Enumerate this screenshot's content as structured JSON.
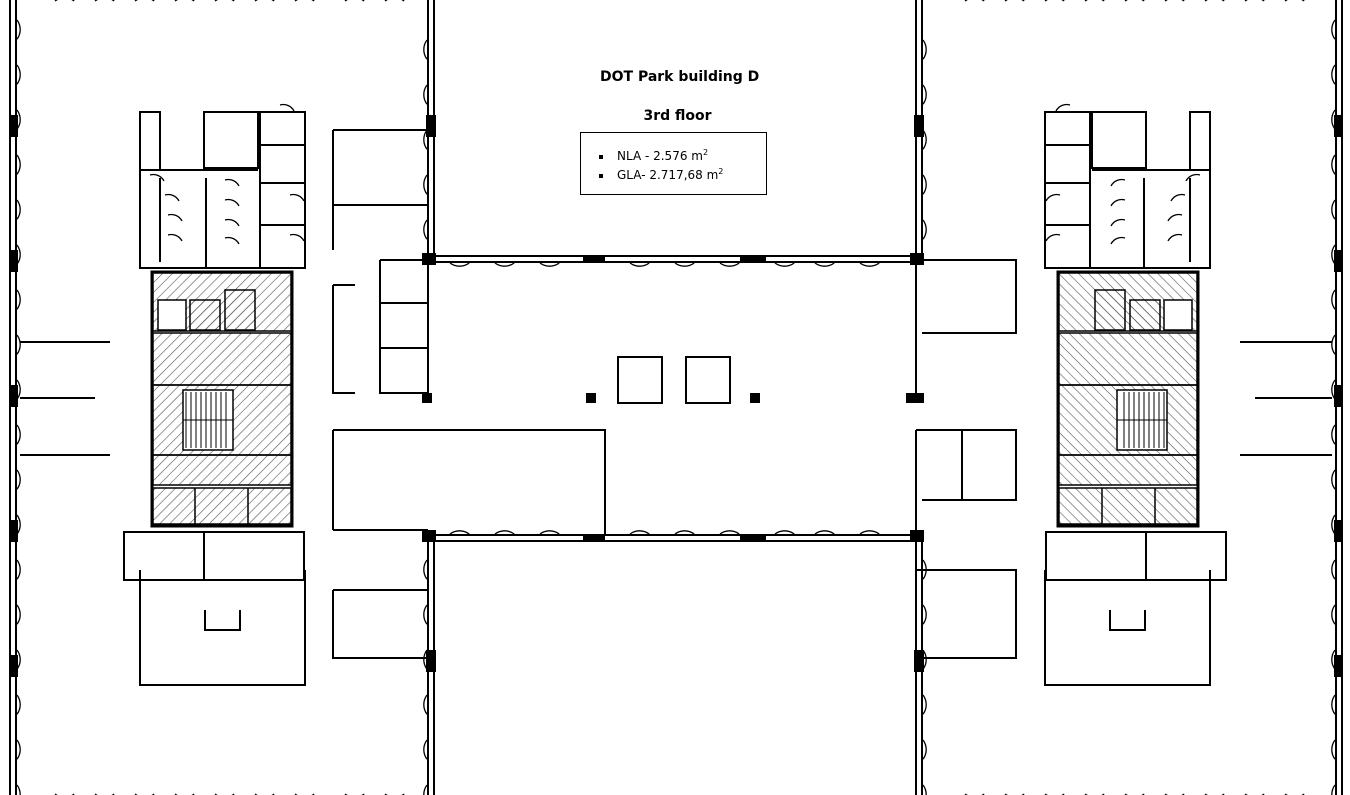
{
  "plan": {
    "building_title": "DOT Park building D",
    "floor_title": "3rd floor",
    "areas": [
      {
        "label": "NLA - 2.576 m",
        "unit_sup": "2"
      },
      {
        "label": "GLA-  2.717,68 m",
        "unit_sup": "2"
      }
    ]
  },
  "colors": {
    "line": "#000000",
    "hatch": "#555555",
    "background": "#ffffff"
  }
}
